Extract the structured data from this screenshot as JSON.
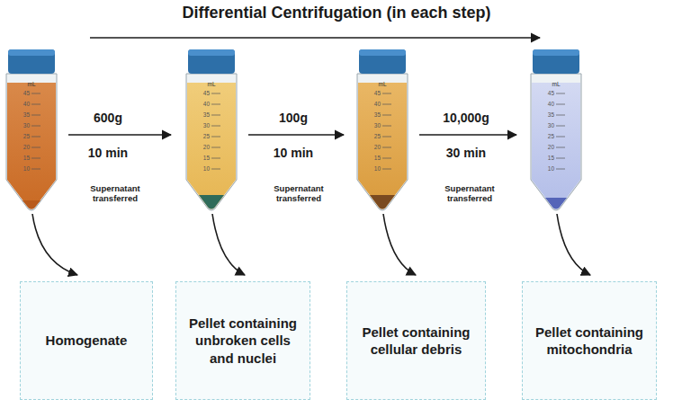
{
  "diagram": {
    "title": "Differential Centrifugation (in each step)",
    "nodes": [
      {
        "text": [
          "Homogenate"
        ]
      },
      {
        "text": [
          "Pellet containing unbroken cells and nuclei"
        ]
      },
      {
        "text": [
          "Pellet containing cellular debris"
        ]
      },
      {
        "text": [
          "Pellet containing mitochondria"
        ]
      }
    ],
    "labels": [
      "600g",
      "10 min",
      "Supernatant transferred",
      "100g",
      "10 min",
      "Supernatant transferred",
      "10,000g",
      "30 min",
      "Supernatant transferred",
      "mL",
      "45",
      "40",
      "35",
      "30",
      "25",
      "20",
      "15",
      "10",
      "mL",
      "45",
      "40",
      "35",
      "30",
      "25",
      "20",
      "15",
      "10",
      "mL",
      "45",
      "40",
      "35",
      "30",
      "25",
      "20",
      "15",
      "10",
      "mL",
      "45",
      "40",
      "35",
      "30",
      "25",
      "20",
      "15",
      "10"
    ]
  }
}
